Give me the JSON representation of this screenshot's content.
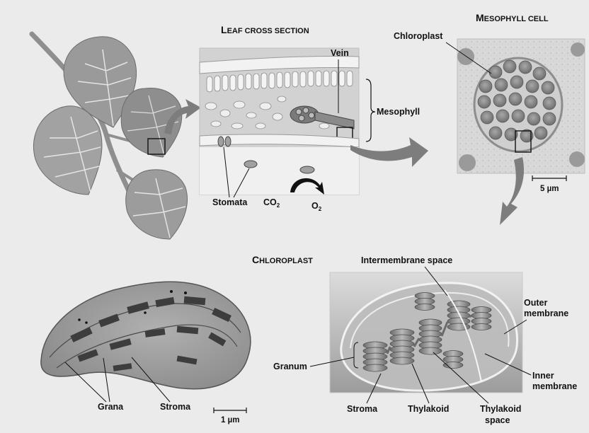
{
  "titles": {
    "leaf_cross_section": {
      "first": "L",
      "rest": "EAF CROSS SECTION"
    },
    "mesophyll_cell": {
      "first": "M",
      "rest": "ESOPHYLL CELL"
    },
    "chloroplast": {
      "first": "C",
      "rest": "HLOROPLAST"
    }
  },
  "labels": {
    "vein": "Vein",
    "mesophyll": "Mesophyll",
    "stomata": "Stomata",
    "co2_base": "CO",
    "co2_sub": "2",
    "o2_base": "O",
    "o2_sub": "2",
    "chloroplast_callout": "Chloroplast",
    "intermembrane_space": "Intermembrane space",
    "outer_membrane_1": "Outer",
    "outer_membrane_2": "membrane",
    "inner_membrane_1": "Inner",
    "inner_membrane_2": "membrane",
    "granum": "Granum",
    "stroma_model": "Stroma",
    "thylakoid": "Thylakoid",
    "thylakoid_space_1": "Thylakoid",
    "thylakoid_space_2": "space",
    "grana": "Grana",
    "stroma_micrograph": "Stroma"
  },
  "scale_bars": {
    "cell": "5 µm",
    "chloroplast": "1 µm"
  },
  "colors": {
    "background": "#ebebeb",
    "leaf": "#9a9a9a",
    "leaf_vein": "#e4e4e4",
    "arrow": "#7d7d7d"
  }
}
